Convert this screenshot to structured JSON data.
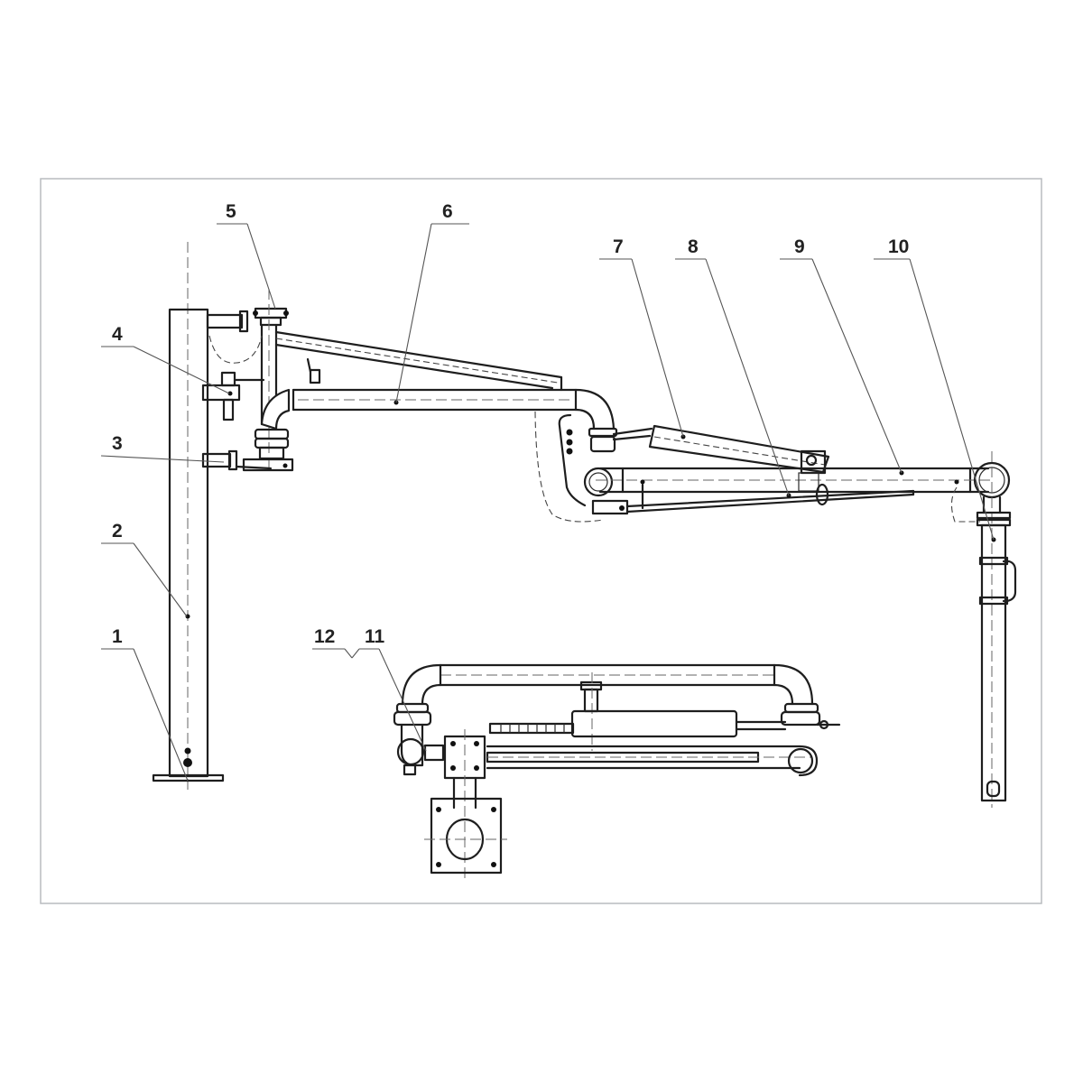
{
  "drawing": {
    "title": "Loading arm assembly drawing",
    "colors": {
      "line": "#1e1e1e",
      "frame": "#b9bcbf",
      "background": "#ffffff"
    },
    "callouts": [
      {
        "id": "1",
        "label": "1"
      },
      {
        "id": "2",
        "label": "2"
      },
      {
        "id": "3",
        "label": "3"
      },
      {
        "id": "4",
        "label": "4"
      },
      {
        "id": "5",
        "label": "5"
      },
      {
        "id": "6",
        "label": "6"
      },
      {
        "id": "7",
        "label": "7"
      },
      {
        "id": "8",
        "label": "8"
      },
      {
        "id": "9",
        "label": "9"
      },
      {
        "id": "10",
        "label": "10"
      },
      {
        "id": "11",
        "label": "11"
      },
      {
        "id": "12",
        "label": "12"
      }
    ]
  }
}
